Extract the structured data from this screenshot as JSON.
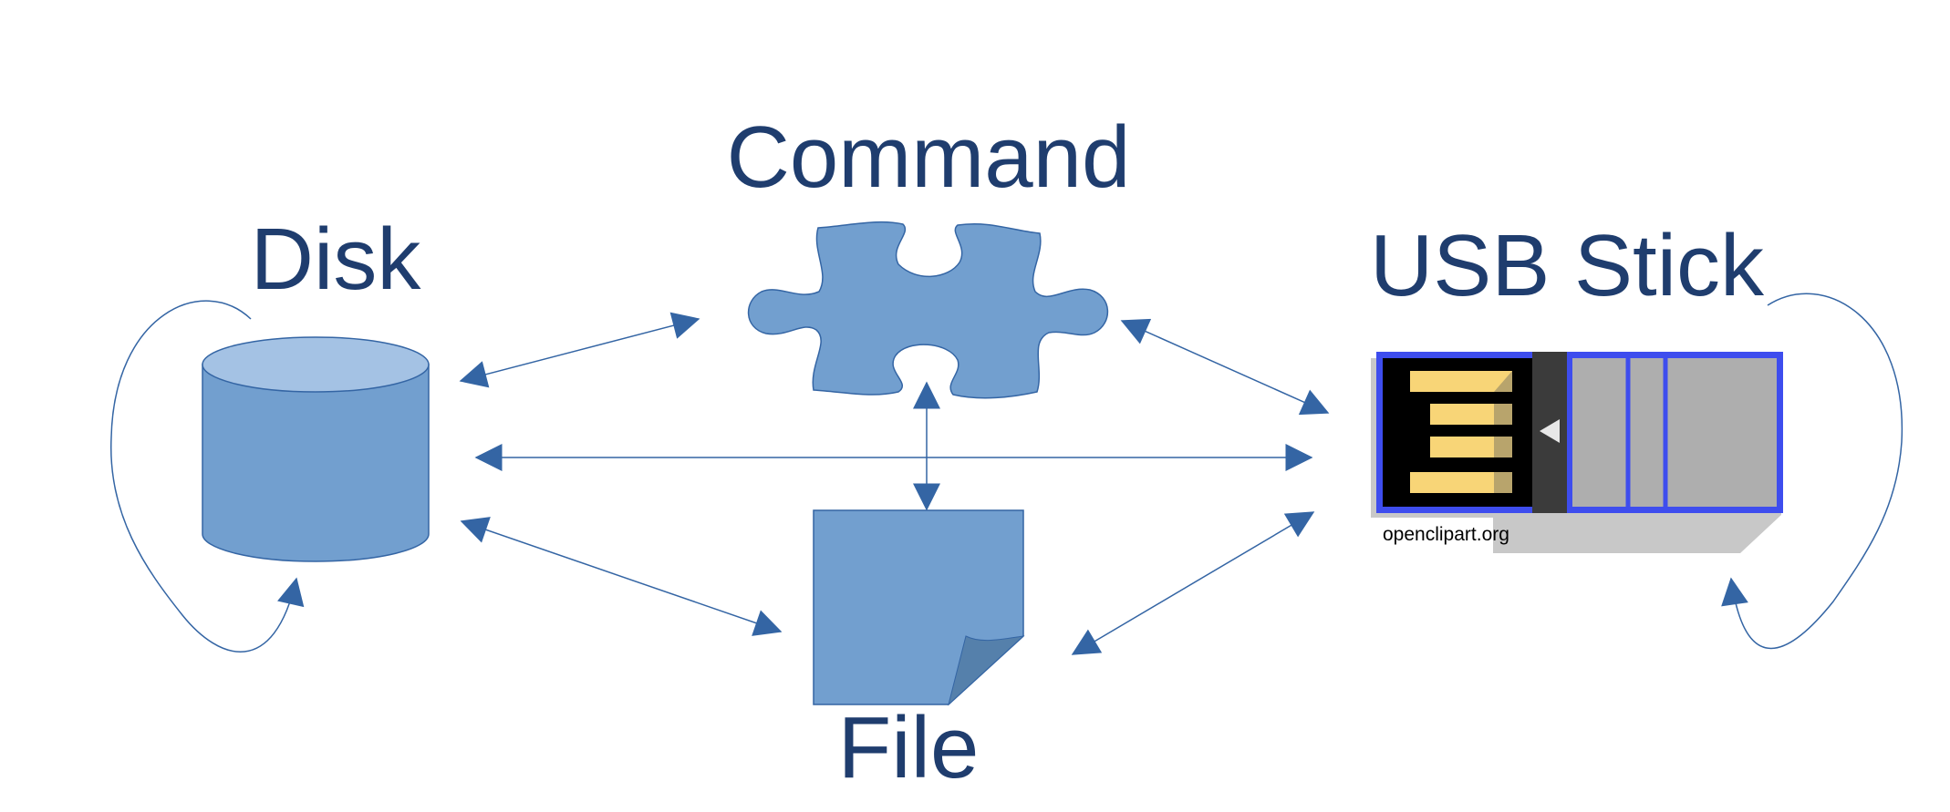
{
  "labels": {
    "disk": "Disk",
    "command": "Command",
    "usb": "USB Stick",
    "file": "File",
    "credit": "openclipart.org"
  },
  "colors": {
    "text": "#1f3d6e",
    "shape_fill": "#729fcf",
    "shape_light": "#a4c2e4",
    "shape_dark": "#5580ab",
    "arrow": "#3465a4",
    "usb_frame": "#3e4dee",
    "usb_body": "#000000",
    "usb_contacts": "#f8d577",
    "usb_connector": "#aeaeae",
    "usb_shadow": "#c8c8c8"
  },
  "icons": [
    "cylinder-icon",
    "puzzle-piece-icon",
    "document-icon",
    "usb-stick-icon"
  ]
}
